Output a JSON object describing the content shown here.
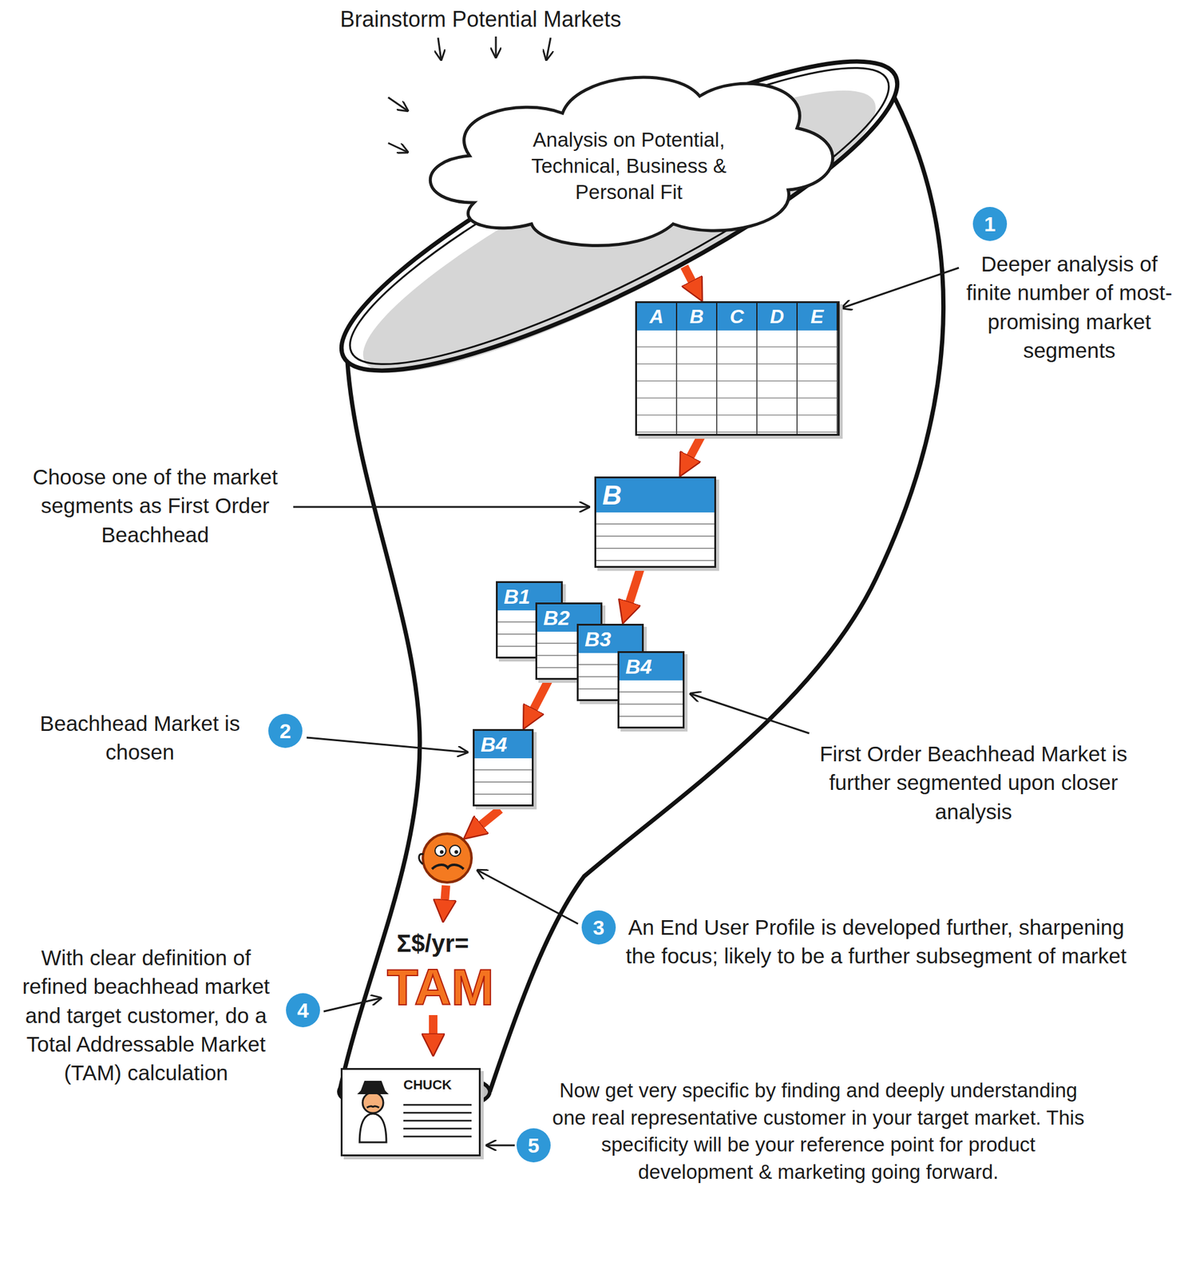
{
  "diagram": {
    "nodes": [
      {
        "text": [
          "Analysis on Potential, Technical, Business & Personal Fit"
        ]
      },
      {
        "text": [
          "A",
          "B",
          "C",
          "D",
          "E"
        ]
      },
      {
        "text": [
          "B"
        ]
      },
      {
        "text": [
          "B1"
        ]
      },
      {
        "text": [
          "B2"
        ]
      },
      {
        "text": [
          "B3"
        ]
      },
      {
        "text": [
          "B4"
        ]
      },
      {
        "text": [
          "B4"
        ]
      },
      {
        "text": [
          "CHUCK"
        ]
      }
    ],
    "edges": [
      {
        "from": 0,
        "to": 1,
        "arrow": "to"
      },
      {
        "from": 1,
        "to": 2,
        "arrow": "to"
      },
      {
        "from": 2,
        "to": 5,
        "arrow": "to"
      },
      {
        "from": 4,
        "to": 7,
        "arrow": "to"
      }
    ],
    "labels": [
      "Brainstorm Potential Markets",
      "1",
      "Deeper analysis of finite number of most-promising market segments",
      "Choose one of the market segments as First Order Beachhead",
      "2",
      "Beachhead Market is chosen",
      "First Order Beachhead Market is further segmented upon closer analysis",
      "3",
      "An End User Profile is developed further, sharpening the focus; likely to be a further subsegment of market",
      "4",
      "With clear definition of refined beachhead market and target customer, do a Total Addressable Market (TAM) calculation",
      "Σ$/yr=",
      "TAM",
      "5",
      "Now get very specific by finding and deeply understanding one real representative customer in your target market. This specificity will be your reference point for product development & marketing going forward."
    ]
  }
}
